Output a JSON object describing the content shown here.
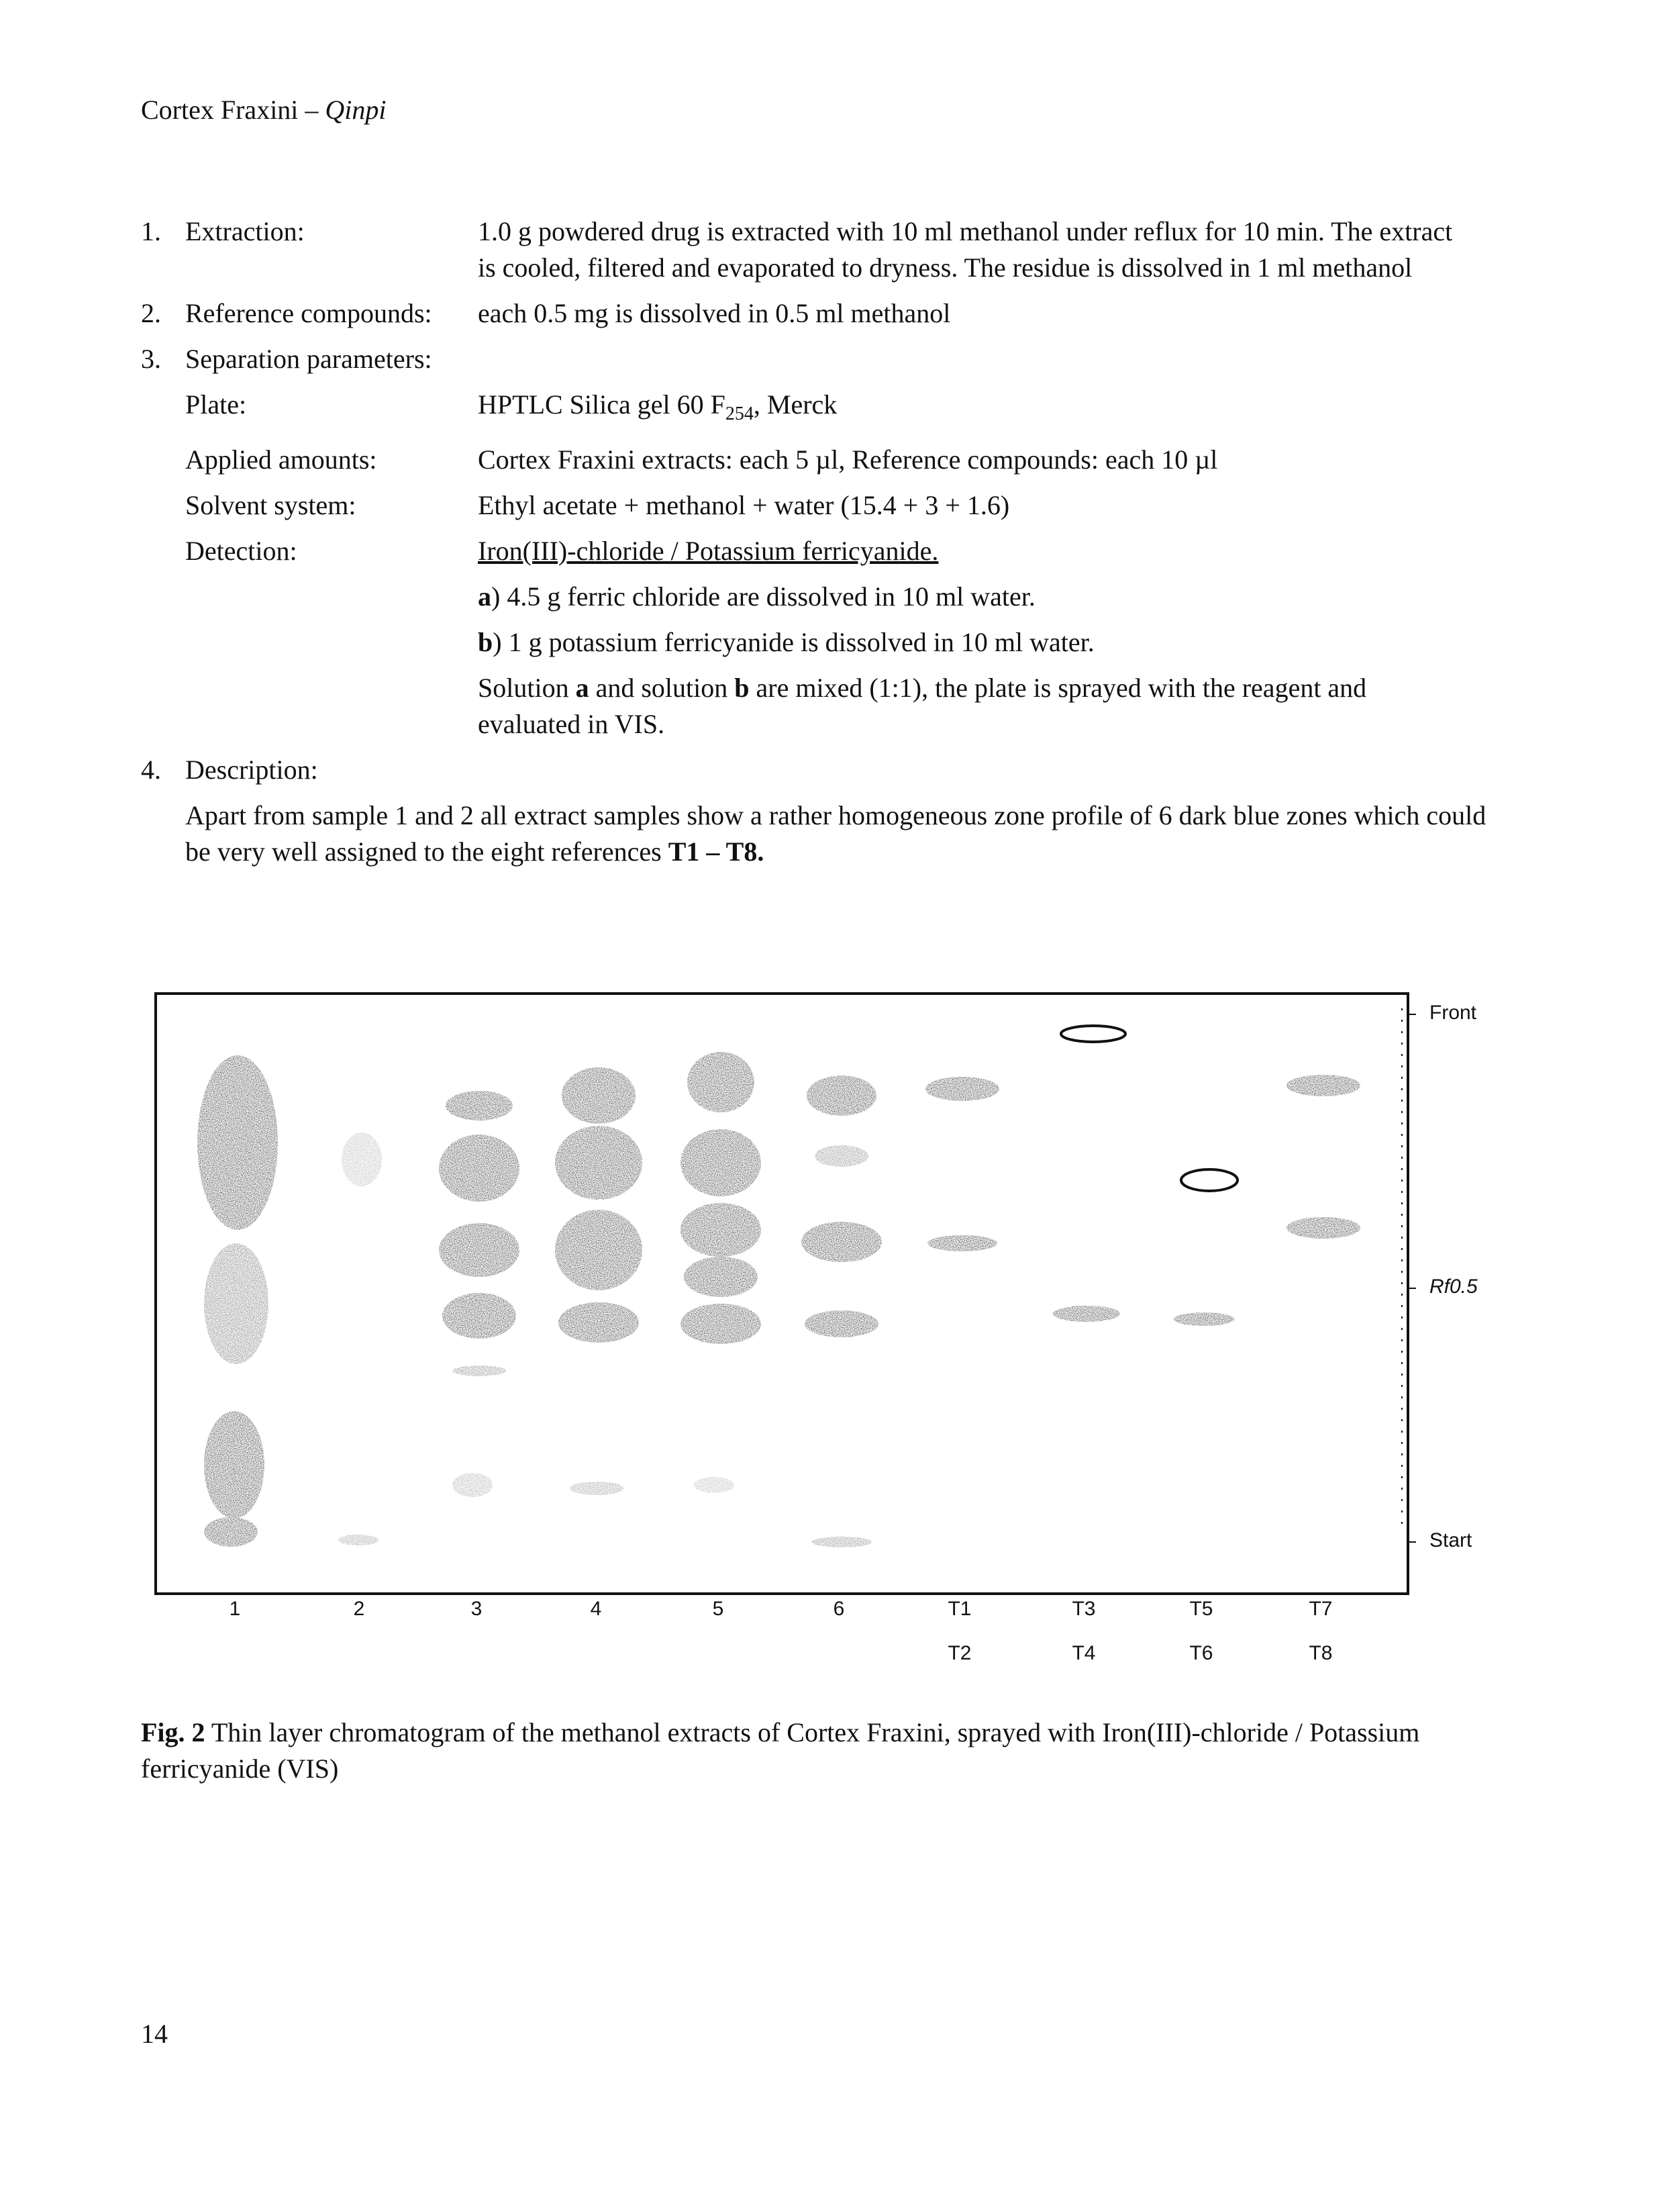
{
  "header": {
    "title": "Cortex Fraxini – ",
    "title_italic": "Qinpi"
  },
  "procedure": [
    {
      "num": "1.",
      "label": "Extraction:",
      "text": "1.0 g powdered drug is extracted with 10 ml methanol under reflux for 10 min. The extract is cooled, filtered and evaporated to dryness. The residue is dissolved in 1 ml methanol"
    },
    {
      "num": "2.",
      "label": "Reference compounds:",
      "text": "each 0.5 mg is dissolved in 0.5 ml methanol"
    },
    {
      "num": "3.",
      "label": "Separation parameters:",
      "text": ""
    }
  ],
  "parameters": {
    "plate_label": "Plate:",
    "plate_text": "HPTLC Silica gel 60 F",
    "plate_sub": "254",
    "plate_suffix": ", Merck",
    "applied_label": "Applied amounts:",
    "applied_text": "Cortex Fraxini extracts: each 5 µl, Reference compounds: each 10 µl",
    "solvent_label": "Solvent system:",
    "solvent_text": "Ethyl acetate + methanol + water (15.4 + 3 + 1.6)",
    "detection_label": "Detection:",
    "detection_text": "Iron(III)-chloride / Potassium ferricyanide.",
    "reagent_a_key": "a",
    "reagent_a_text": ") 4.5 g ferric chloride are dissolved in 10 ml water.",
    "reagent_b_key": "b",
    "reagent_b_text": ") 1 g potassium ferricyanide is dissolved in 10 ml water.",
    "mix_1": "Solution ",
    "mix_a": "a",
    "mix_2": " and solution ",
    "mix_b": "b",
    "mix_3": " are mixed (1:1), the plate is sprayed with the reagent and evaluated in VIS."
  },
  "description": {
    "num": "4.",
    "label": "Description:",
    "text": "Apart from sample 1 and 2 all extract samples show a rather homogeneous zone profile of 6 dark blue zones which could be very well assigned to the eight references ",
    "refs": "T1 – T8."
  },
  "figure": {
    "front_label": "Front",
    "rf_label": "Rf0.5",
    "start_label": "Start",
    "lane_labels_top": [
      "1",
      "2",
      "3",
      "4",
      "5",
      "6",
      "T1",
      "T3",
      "T5",
      "T7"
    ],
    "lane_labels_bottom": [
      "T2",
      "T4",
      "T6",
      "T8"
    ]
  },
  "caption": {
    "label": "Fig. 2",
    "text": " Thin layer chromatogram of the methanol extracts of Cortex Fraxini, sprayed with Iron(III)-chloride / Potassium ferricyanide (VIS)"
  },
  "page_number": "14"
}
